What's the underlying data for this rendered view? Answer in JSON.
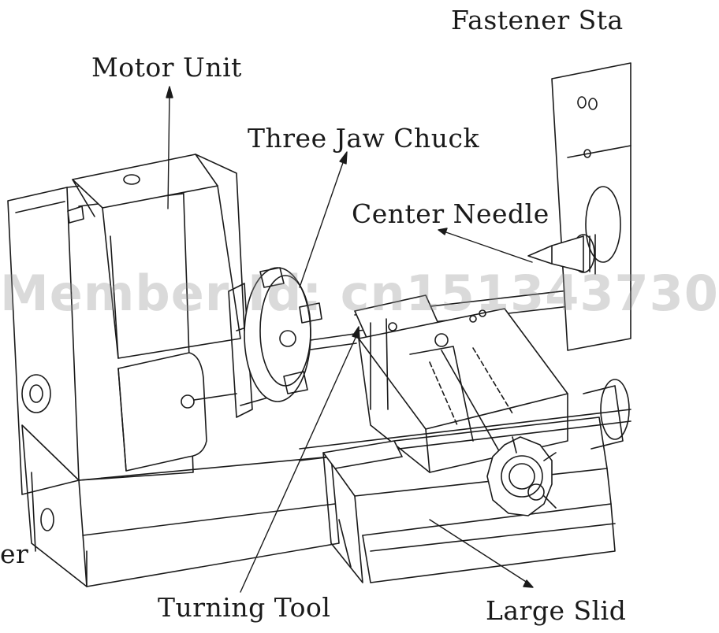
{
  "labels": {
    "fastener": "Fastener Sta",
    "motor": "Motor Unit",
    "chuck": "Three Jaw Chuck",
    "needle": "Center Needle",
    "left_edge": "er",
    "turning_tool": "Turning Tool",
    "large_slide": "Large Slid"
  },
  "watermark": "Member Id: cn151343730",
  "colors": {
    "line": "#1a1a1a",
    "background": "#ffffff"
  }
}
